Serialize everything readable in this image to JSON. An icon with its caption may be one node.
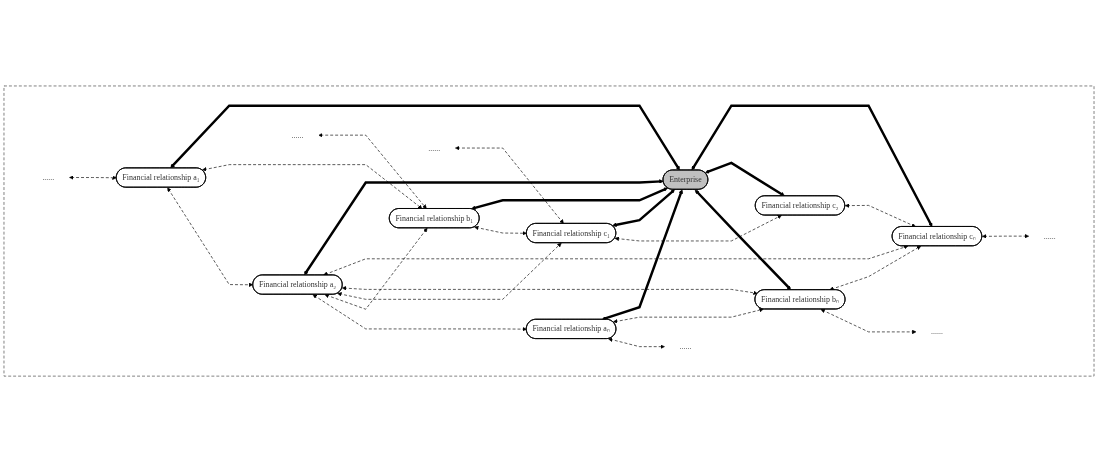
{
  "diagram": {
    "nodes": [
      {
        "text": [],
        "shape": "box"
      },
      {
        "text": [
          "......"
        ],
        "in": 0
      },
      {
        "text": [
          "Financial relationship a₁"
        ],
        "in": 0
      },
      {
        "text": [
          "Financial relationship a₂"
        ],
        "in": 0
      },
      {
        "text": [
          "Financial relationship aₙ"
        ],
        "in": 0
      },
      {
        "text": [
          "......"
        ],
        "in": 0
      },
      {
        "text": [
          "......"
        ],
        "in": 0
      },
      {
        "text": [
          "Financial relationship b₁"
        ],
        "in": 0
      },
      {
        "text": [
          "Enterprise"
        ],
        "in": 0
      },
      {
        "text": [
          "Financial relationship bₙ"
        ],
        "in": 0
      },
      {
        "text": [
          "......"
        ],
        "in": 0
      },
      {
        "text": [
          "......"
        ],
        "in": 0
      },
      {
        "text": [
          "Financial relationship c₁"
        ],
        "in": 0
      },
      {
        "text": [
          "Financial relationship c₂"
        ],
        "in": 0
      },
      {
        "text": [
          "Financial relationship cₙ"
        ],
        "in": 0
      },
      {
        "text": [
          "......"
        ],
        "in": 0
      }
    ],
    "edges": [
      {
        "from": 1,
        "to": 2,
        "arrow": "both",
        "style": "dashed"
      },
      {
        "from": 2,
        "to": 3,
        "arrow": "both",
        "style": "dashed"
      },
      {
        "from": 3,
        "to": 4,
        "arrow": "both",
        "style": "dashed"
      },
      {
        "from": 4,
        "to": 5,
        "arrow": "both",
        "style": "dashed"
      },
      {
        "from": 2,
        "to": 7,
        "arrow": "both",
        "style": "dashed"
      },
      {
        "from": 4,
        "to": 9,
        "arrow": "both",
        "style": "dashed"
      },
      {
        "from": 6,
        "to": 7,
        "arrow": "both",
        "style": "dashed"
      },
      {
        "from": 9,
        "to": 10,
        "arrow": "both",
        "style": "dashed"
      },
      {
        "from": 7,
        "to": 12,
        "arrow": "both",
        "style": "dashed"
      },
      {
        "from": 9,
        "to": 14,
        "arrow": "both",
        "style": "dashed"
      },
      {
        "from": 11,
        "to": 12,
        "arrow": "both",
        "style": "dashed"
      },
      {
        "from": 12,
        "to": 13,
        "arrow": "both",
        "style": "dashed"
      },
      {
        "from": 13,
        "to": 14,
        "arrow": "both",
        "style": "dashed"
      },
      {
        "from": 14,
        "to": 15,
        "arrow": "both",
        "style": "dashed"
      },
      {
        "from": 3,
        "to": 7,
        "arrow": "both",
        "style": "dashed"
      },
      {
        "from": 3,
        "to": 12,
        "arrow": "both",
        "style": "dashed"
      },
      {
        "from": 3,
        "to": 9,
        "arrow": "both",
        "style": "dashed"
      },
      {
        "from": 3,
        "to": 14,
        "arrow": "both",
        "style": "dashed"
      },
      {
        "from": 2,
        "to": 8,
        "arrow": "both",
        "style": "thick"
      },
      {
        "from": 3,
        "to": 8,
        "arrow": "both",
        "style": "thick"
      },
      {
        "from": 4,
        "to": 8,
        "arrow": "both",
        "style": "thick"
      },
      {
        "from": 7,
        "to": 8,
        "arrow": "both",
        "style": "thick"
      },
      {
        "from": 8,
        "to": 9,
        "arrow": "both",
        "style": "thick"
      },
      {
        "from": 12,
        "to": 8,
        "arrow": "both",
        "style": "thick"
      },
      {
        "from": 8,
        "to": 13,
        "arrow": "both",
        "style": "thick"
      },
      {
        "from": 8,
        "to": 14,
        "arrow": "both",
        "style": "thick"
      }
    ]
  }
}
